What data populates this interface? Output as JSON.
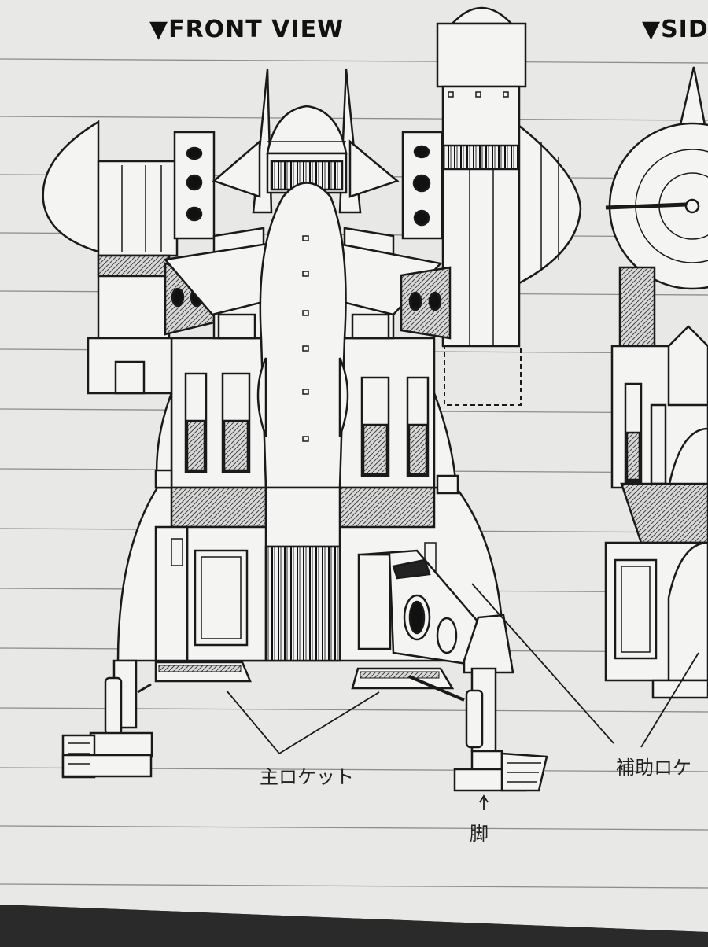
{
  "headings": {
    "front_view": "▼FRONT VIEW",
    "side_view": "▼SID"
  },
  "annotations": {
    "main_rocket": "主ロケット",
    "leg": "脚",
    "aux_rocket": "補助ロケ"
  },
  "colors": {
    "paper": "#e8e8e6",
    "rule_line": "#8d8d8d",
    "ink": "#1a1a1a",
    "floor": "#2a2a2a"
  }
}
